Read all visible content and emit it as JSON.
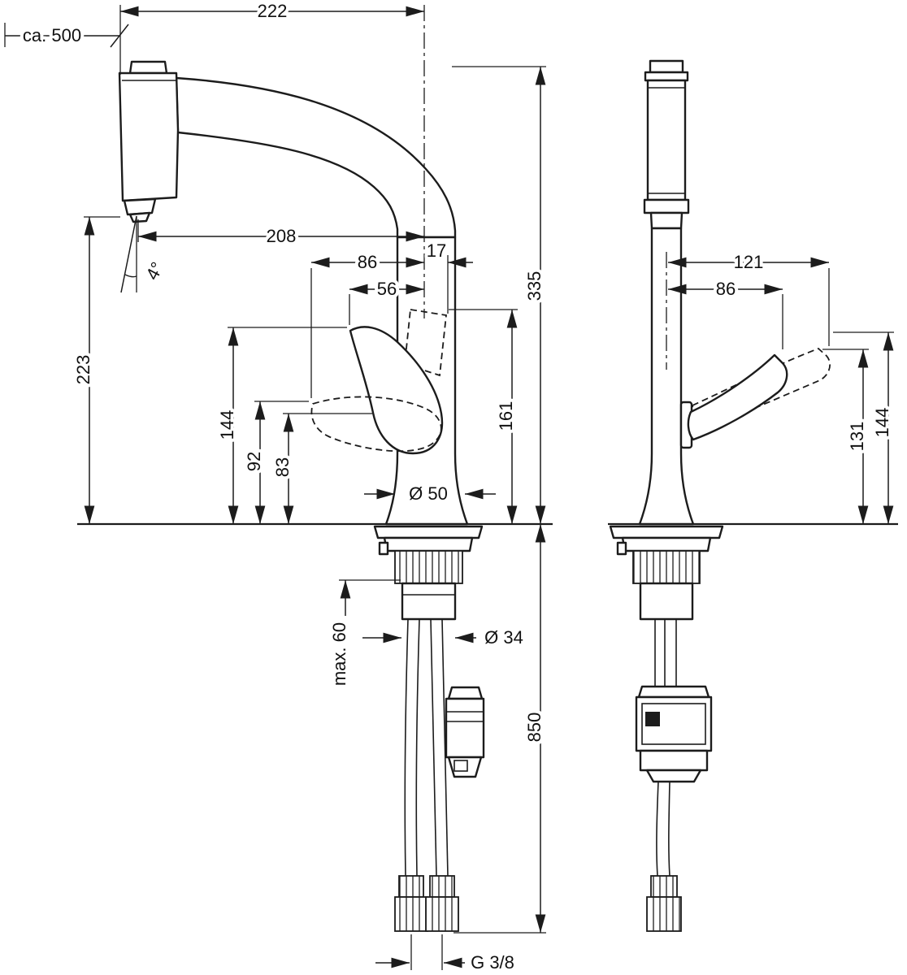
{
  "dimensions": {
    "width_222": "222",
    "hose_ca_500": "ca. 500",
    "reach_208": "208",
    "dim_86_side": "86",
    "dim_17": "17",
    "dim_56": "56",
    "height_335": "335",
    "height_223": "223",
    "height_144_side": "144",
    "height_92": "92",
    "height_83": "83",
    "height_161": "161",
    "base_diameter": "Ø 50",
    "spray_angle": "4°",
    "max_counter_60": "max. 60",
    "shank_diameter": "Ø 34",
    "hose_length_850": "850",
    "thread_g38": "G 3/8",
    "dim_121": "121",
    "dim_86_front": "86",
    "height_131": "131",
    "height_144_front": "144"
  },
  "colors": {
    "line": "#1c1c1c",
    "background": "#ffffff"
  }
}
